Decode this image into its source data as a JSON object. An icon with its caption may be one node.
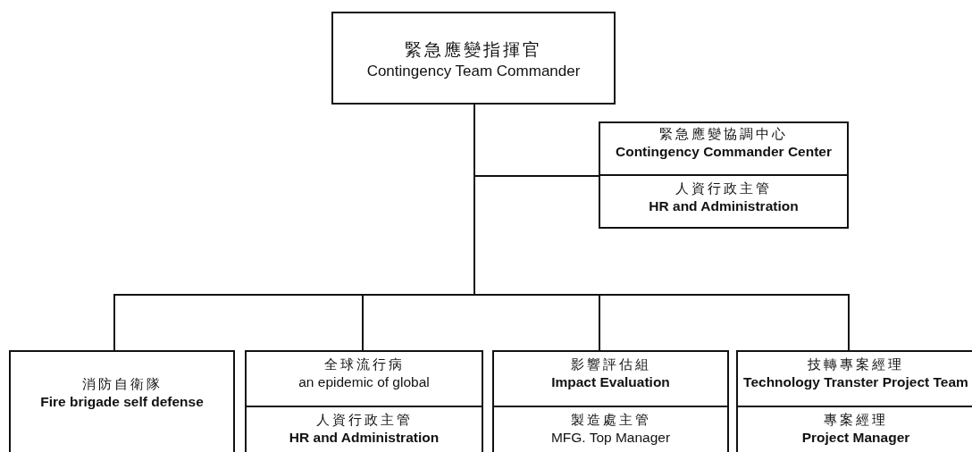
{
  "diagram": {
    "nodes": [
      {
        "text": [
          "緊急應變指揮官",
          "Contingency Team Commander"
        ]
      },
      {
        "text": [],
        "shape": "box"
      },
      {
        "text": [
          "緊急應變協調中心",
          "Contingency Commander Center"
        ],
        "in": 1
      },
      {
        "text": [
          "人資行政主管",
          "HR and Administration"
        ],
        "in": 1
      },
      {
        "text": [
          "消防自衛隊",
          "Fire brigade self defense"
        ]
      },
      {
        "text": [],
        "shape": "box"
      },
      {
        "text": [
          "全球流行病",
          "an epidemic of global"
        ],
        "in": 5
      },
      {
        "text": [
          "人資行政主管",
          "HR and Administration"
        ],
        "in": 5
      },
      {
        "text": [],
        "shape": "box"
      },
      {
        "text": [
          "影響評估組",
          "Impact Evaluation"
        ],
        "in": 8
      },
      {
        "text": [
          "製造處主管",
          "MFG. Top Manager"
        ],
        "in": 8
      },
      {
        "text": [],
        "shape": "box"
      },
      {
        "text": [
          "技轉專案經理",
          "Technology Transter Project Team"
        ],
        "in": 11
      },
      {
        "text": [
          "專案經理",
          "Project Manager"
        ],
        "in": 11
      }
    ],
    "edges": [
      {
        "from": 0,
        "to": 1,
        "arrow": "none"
      },
      {
        "from": 0,
        "to": 4,
        "arrow": "none"
      },
      {
        "from": 0,
        "to": 5,
        "arrow": "none"
      },
      {
        "from": 0,
        "to": 8,
        "arrow": "none"
      },
      {
        "from": 0,
        "to": 11,
        "arrow": "none"
      }
    ]
  }
}
